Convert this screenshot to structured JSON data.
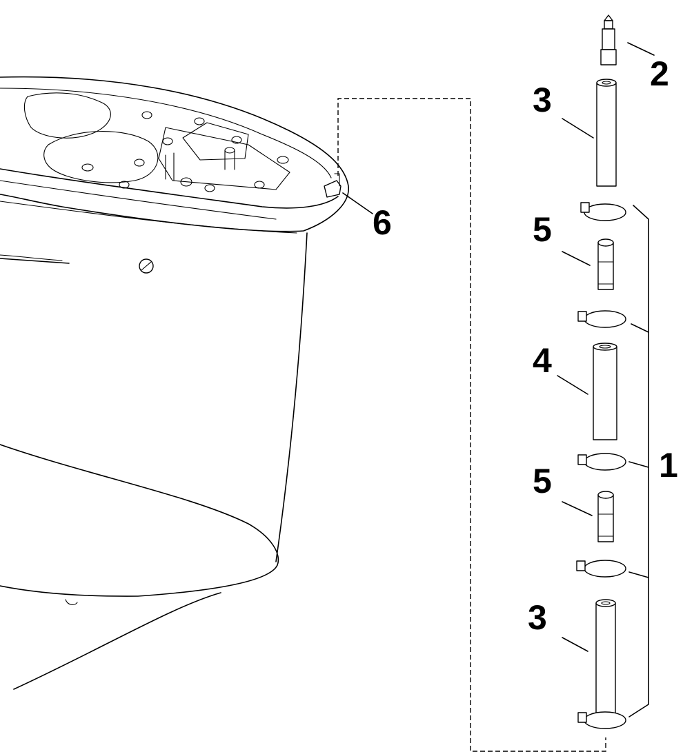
{
  "diagram": {
    "callouts": {
      "c1": "1",
      "c2": "2",
      "c3_top": "3",
      "c3_bottom": "3",
      "c4": "4",
      "c5_top": "5",
      "c5_bottom": "5",
      "c6": "6"
    }
  }
}
